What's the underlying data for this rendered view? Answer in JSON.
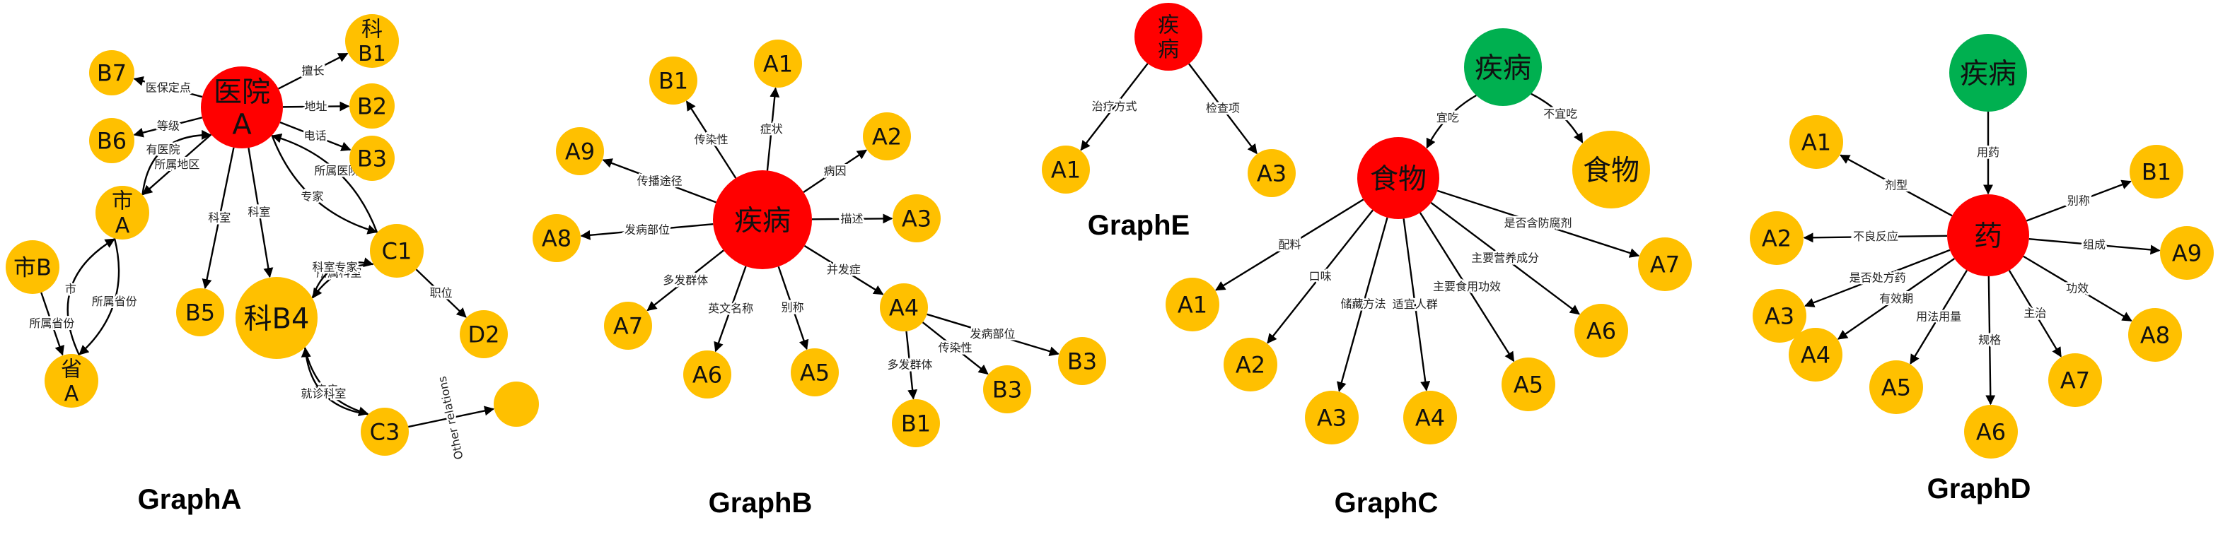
{
  "colors": {
    "yellow": "#FFC000",
    "red": "#FF0000",
    "green": "#00B050"
  },
  "graphs": [
    {
      "title": "GraphA",
      "nodes": [
        {
          "label": "医院\nA",
          "color": "red"
        },
        {
          "label": "科\nB1",
          "color": "yellow"
        },
        {
          "label": "B2",
          "color": "yellow"
        },
        {
          "label": "B3",
          "color": "yellow"
        },
        {
          "label": "B7",
          "color": "yellow"
        },
        {
          "label": "B6",
          "color": "yellow"
        },
        {
          "label": "市\nA",
          "color": "yellow"
        },
        {
          "label": "市B",
          "color": "yellow"
        },
        {
          "label": "省\nA",
          "color": "yellow"
        },
        {
          "label": "B5",
          "color": "yellow"
        },
        {
          "label": "科B4",
          "color": "yellow"
        },
        {
          "label": "C1",
          "color": "yellow"
        },
        {
          "label": "D2",
          "color": "yellow"
        },
        {
          "label": "C3",
          "color": "yellow"
        },
        {
          "label": "",
          "color": "yellow"
        }
      ],
      "edges": [
        {
          "from": 0,
          "to": 1,
          "label": "擅长"
        },
        {
          "from": 0,
          "to": 2,
          "label": "地址"
        },
        {
          "from": 0,
          "to": 3,
          "label": "电话"
        },
        {
          "from": 0,
          "to": 4,
          "label": "医保定点"
        },
        {
          "from": 0,
          "to": 5,
          "label": "等级"
        },
        {
          "from": 0,
          "to": 6,
          "label": "所属地区"
        },
        {
          "from": 6,
          "to": 0,
          "label": "有医院"
        },
        {
          "from": 0,
          "to": 9,
          "label": "科室"
        },
        {
          "from": 0,
          "to": 10,
          "label": "科室"
        },
        {
          "from": 0,
          "to": 11,
          "label": "专家"
        },
        {
          "from": 11,
          "to": 0,
          "label": "所属医院"
        },
        {
          "from": 6,
          "to": 8,
          "label": "所属省份"
        },
        {
          "from": 8,
          "to": 6,
          "label": "市"
        },
        {
          "from": 7,
          "to": 8,
          "label": "所属省份"
        },
        {
          "from": 11,
          "to": 10,
          "label": "所属科室"
        },
        {
          "from": 10,
          "to": 11,
          "label": "科室专家"
        },
        {
          "from": 11,
          "to": 12,
          "label": "职位"
        },
        {
          "from": 10,
          "to": 13,
          "label": "疾病"
        },
        {
          "from": 13,
          "to": 10,
          "label": "就诊科室"
        },
        {
          "from": 13,
          "to": 14,
          "label": "Other relations"
        }
      ]
    },
    {
      "title": "GraphB",
      "nodes": [
        {
          "label": "疾病",
          "color": "red"
        },
        {
          "label": "B1",
          "color": "yellow"
        },
        {
          "label": "A1",
          "color": "yellow"
        },
        {
          "label": "A2",
          "color": "yellow"
        },
        {
          "label": "A3",
          "color": "yellow"
        },
        {
          "label": "A4",
          "color": "yellow"
        },
        {
          "label": "A5",
          "color": "yellow"
        },
        {
          "label": "A6",
          "color": "yellow"
        },
        {
          "label": "A7",
          "color": "yellow"
        },
        {
          "label": "A8",
          "color": "yellow"
        },
        {
          "label": "A9",
          "color": "yellow"
        },
        {
          "label": "B3",
          "color": "yellow"
        },
        {
          "label": "B3",
          "color": "yellow"
        },
        {
          "label": "B1",
          "color": "yellow"
        }
      ],
      "edges": [
        {
          "from": 0,
          "to": 1,
          "label": "传染性"
        },
        {
          "from": 0,
          "to": 2,
          "label": "症状"
        },
        {
          "from": 0,
          "to": 3,
          "label": "病因"
        },
        {
          "from": 0,
          "to": 4,
          "label": "描述"
        },
        {
          "from": 0,
          "to": 5,
          "label": "并发症"
        },
        {
          "from": 0,
          "to": 6,
          "label": "别称"
        },
        {
          "from": 0,
          "to": 7,
          "label": "英文名称"
        },
        {
          "from": 0,
          "to": 8,
          "label": "多发群体"
        },
        {
          "from": 0,
          "to": 9,
          "label": "发病部位"
        },
        {
          "from": 0,
          "to": 10,
          "label": "传播途径"
        },
        {
          "from": 5,
          "to": 11,
          "label": "发病部位"
        },
        {
          "from": 5,
          "to": 12,
          "label": "传染性"
        },
        {
          "from": 5,
          "to": 13,
          "label": "多发群体"
        }
      ]
    },
    {
      "title": "GraphE",
      "nodes": [
        {
          "label": "疾\n病",
          "color": "red"
        },
        {
          "label": "A1",
          "color": "yellow"
        },
        {
          "label": "A3",
          "color": "yellow"
        }
      ],
      "edges": [
        {
          "from": 0,
          "to": 1,
          "label": "治疗方式"
        },
        {
          "from": 0,
          "to": 2,
          "label": "检查项"
        }
      ]
    },
    {
      "title": "GraphC",
      "nodes": [
        {
          "label": "疾病",
          "color": "green"
        },
        {
          "label": "食物",
          "color": "red"
        },
        {
          "label": "食物",
          "color": "yellow"
        },
        {
          "label": "A1",
          "color": "yellow"
        },
        {
          "label": "A2",
          "color": "yellow"
        },
        {
          "label": "A3",
          "color": "yellow"
        },
        {
          "label": "A4",
          "color": "yellow"
        },
        {
          "label": "A5",
          "color": "yellow"
        },
        {
          "label": "A6",
          "color": "yellow"
        },
        {
          "label": "A7",
          "color": "yellow"
        }
      ],
      "edges": [
        {
          "from": 0,
          "to": 1,
          "label": "宜吃"
        },
        {
          "from": 0,
          "to": 2,
          "label": "不宜吃"
        },
        {
          "from": 1,
          "to": 3,
          "label": "配料"
        },
        {
          "from": 1,
          "to": 4,
          "label": "口味"
        },
        {
          "from": 1,
          "to": 5,
          "label": "储藏方法"
        },
        {
          "from": 1,
          "to": 6,
          "label": "适宜人群"
        },
        {
          "from": 1,
          "to": 7,
          "label": "主要食用功效"
        },
        {
          "from": 1,
          "to": 8,
          "label": "主要营养成分"
        },
        {
          "from": 1,
          "to": 9,
          "label": "是否含防腐剂"
        }
      ]
    },
    {
      "title": "GraphD",
      "nodes": [
        {
          "label": "疾病",
          "color": "green"
        },
        {
          "label": "药",
          "color": "red"
        },
        {
          "label": "A1",
          "color": "yellow"
        },
        {
          "label": "A2",
          "color": "yellow"
        },
        {
          "label": "A3",
          "color": "yellow"
        },
        {
          "label": "A4",
          "color": "yellow"
        },
        {
          "label": "A5",
          "color": "yellow"
        },
        {
          "label": "A6",
          "color": "yellow"
        },
        {
          "label": "A7",
          "color": "yellow"
        },
        {
          "label": "A8",
          "color": "yellow"
        },
        {
          "label": "A9",
          "color": "yellow"
        },
        {
          "label": "B1",
          "color": "yellow"
        }
      ],
      "edges": [
        {
          "from": 0,
          "to": 1,
          "label": "用药"
        },
        {
          "from": 1,
          "to": 2,
          "label": "剂型"
        },
        {
          "from": 1,
          "to": 3,
          "label": "不良反应"
        },
        {
          "from": 1,
          "to": 4,
          "label": "是否处方药"
        },
        {
          "from": 1,
          "to": 5,
          "label": "有效期"
        },
        {
          "from": 1,
          "to": 6,
          "label": "用法用量"
        },
        {
          "from": 1,
          "to": 7,
          "label": "规格"
        },
        {
          "from": 1,
          "to": 8,
          "label": "主治"
        },
        {
          "from": 1,
          "to": 9,
          "label": "功效"
        },
        {
          "from": 1,
          "to": 10,
          "label": "组成"
        },
        {
          "from": 1,
          "to": 11,
          "label": "别称"
        }
      ]
    }
  ]
}
